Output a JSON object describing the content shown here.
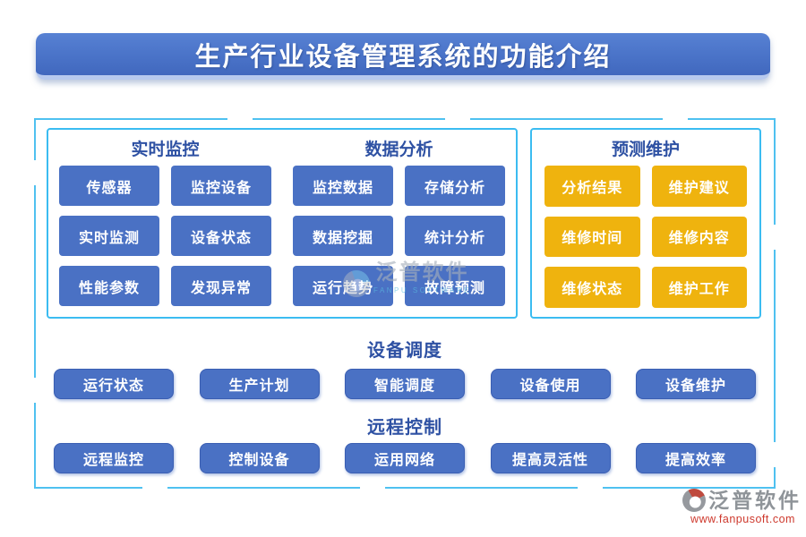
{
  "title": "生产行业设备管理系统的功能介绍",
  "panels": {
    "monitoring": {
      "header": "实时监控",
      "items": [
        "传感器",
        "监控设备",
        "实时监测",
        "设备状态",
        "性能参数",
        "发现异常"
      ]
    },
    "analysis": {
      "header": "数据分析",
      "items": [
        "监控数据",
        "存储分析",
        "数据挖掘",
        "统计分析",
        "运行趋势",
        "故障预测"
      ]
    },
    "maintenance": {
      "header": "预测维护",
      "items": [
        "分析结果",
        "维护建议",
        "维修时间",
        "维修内容",
        "维修状态",
        "维护工作"
      ]
    }
  },
  "sections": {
    "scheduling": {
      "header": "设备调度",
      "items": [
        "运行状态",
        "生产计划",
        "智能调度",
        "设备使用",
        "设备维护"
      ]
    },
    "remote": {
      "header": "远程控制",
      "items": [
        "远程监控",
        "控制设备",
        "运用网络",
        "提高灵活性",
        "提高效率"
      ]
    }
  },
  "watermark": {
    "name": "泛普软件",
    "subtitle": "FANPU SOFTWARE"
  },
  "footer": {
    "brand": "泛普软件",
    "url": "www.fanpusoft.com"
  },
  "colors": {
    "banner_bg": "#4a73c8",
    "blue_chip": "#4a71c4",
    "gold_chip": "#efb30e",
    "header_text": "#2e51a3",
    "panel_border": "#3bbcf1",
    "outer_border": "#4fc1f0",
    "footer_url": "#ce392d"
  }
}
